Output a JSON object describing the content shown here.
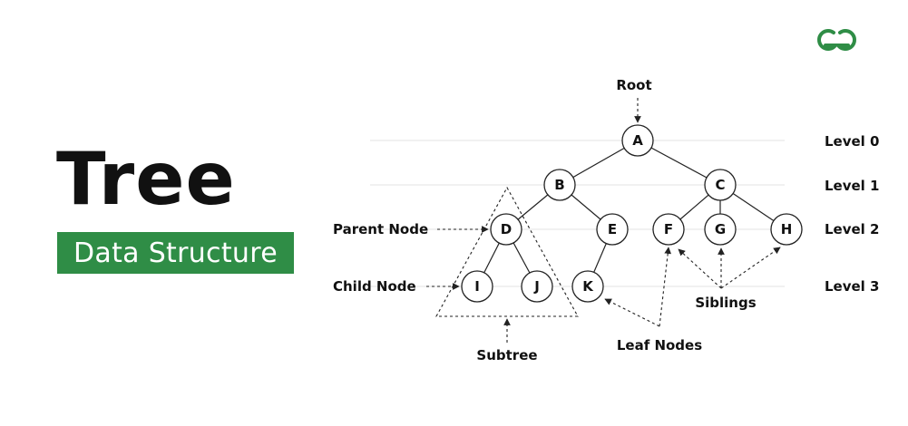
{
  "title": "Tree",
  "subtitle": "Data Structure",
  "logo_text": "GG",
  "colors": {
    "brand_green": "#2f8d46",
    "ink": "#111111",
    "guide": "#e3e3e3"
  },
  "nodes": {
    "A": "A",
    "B": "B",
    "C": "C",
    "D": "D",
    "E": "E",
    "F": "F",
    "G": "G",
    "H": "H",
    "I": "I",
    "J": "J",
    "K": "K"
  },
  "edges": [
    [
      "A",
      "B"
    ],
    [
      "A",
      "C"
    ],
    [
      "B",
      "D"
    ],
    [
      "B",
      "E"
    ],
    [
      "C",
      "F"
    ],
    [
      "C",
      "G"
    ],
    [
      "C",
      "H"
    ],
    [
      "D",
      "I"
    ],
    [
      "D",
      "J"
    ],
    [
      "E",
      "K"
    ]
  ],
  "levels": [
    "Level 0",
    "Level 1",
    "Level 2",
    "Level 3"
  ],
  "annotations": {
    "root": "Root",
    "parent_node": "Parent Node",
    "child_node": "Child Node",
    "subtree": "Subtree",
    "leaf_nodes": "Leaf Nodes",
    "siblings": "Siblings"
  }
}
